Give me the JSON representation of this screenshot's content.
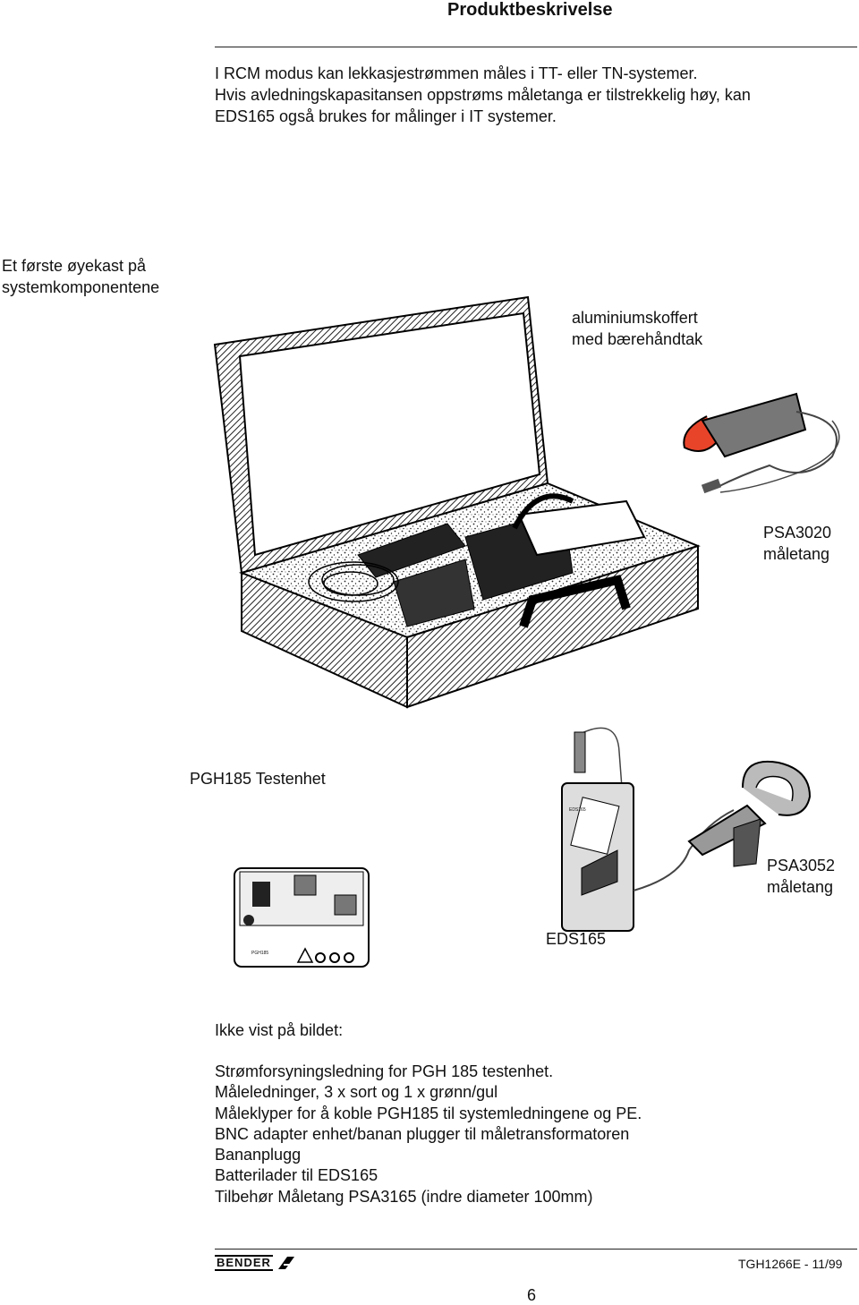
{
  "header": {
    "title": "Produktbeskrivelse"
  },
  "intro": [
    "I RCM modus kan lekkasjestrømmen måles i TT- eller TN-systemer.",
    "Hvis avledningskapasitansen oppstrøms måletanga er  tilstrekkelig høy, kan",
    "EDS165 også brukes for målinger i IT systemer."
  ],
  "side_caption": [
    "Et første øyekast på",
    "systemkomponentene"
  ],
  "labels": {
    "case": [
      "aluminiumskoffert",
      "med bærehåndtak"
    ],
    "psa3020": [
      "PSA3020",
      "måletang"
    ],
    "pgh185": "PGH185 Testenhet",
    "psa3052": [
      "PSA3052",
      "måletang"
    ],
    "eds165": "EDS165"
  },
  "not_shown_heading": "Ikke vist på bildet:",
  "not_shown_items": [
    "Strømforsyningsledning for PGH 185 testenhet.",
    "Måleledninger,  3 x sort og 1 x grønn/gul",
    "Måleklyper for å koble PGH185 til systemledningene og PE.",
    "BNC adapter enhet/banan plugger til måletransformatoren",
    "Bananplugg",
    "Batterilader til EDS165",
    "Tilbehør Måletang PSA3165 (indre diameter 100mm)"
  ],
  "footer": {
    "logo": "BENDER",
    "doc_code": "TGH1266E - 11/99",
    "page_number": "6"
  },
  "device_text": {
    "pgh_model": "PGH185",
    "eds_model": "EDS165"
  }
}
